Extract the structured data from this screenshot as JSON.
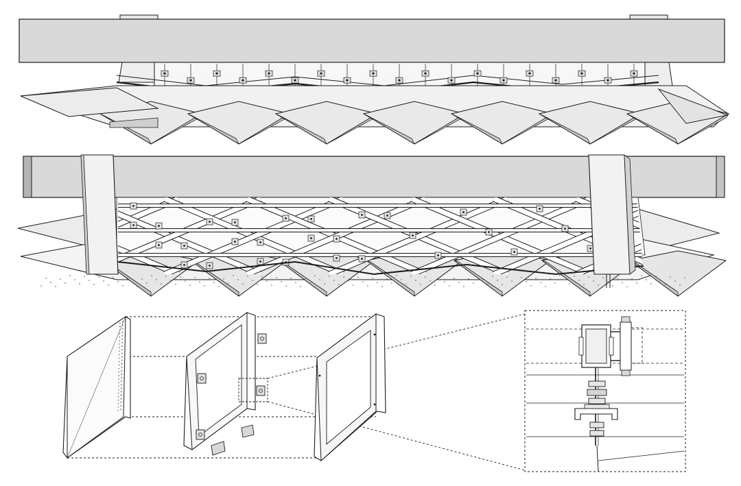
{
  "figure": {
    "views": [
      {
        "id": "elevation-view",
        "kind": "ceiling-assembly-elevation"
      },
      {
        "id": "isometric-view",
        "kind": "ceiling-assembly-underside-isometric"
      },
      {
        "id": "exploded-view",
        "kind": "exploded-panel-components"
      },
      {
        "id": "detail-view",
        "kind": "connection-detail"
      }
    ],
    "components": [
      {
        "name": "perforated-panel"
      },
      {
        "name": "mounting-frame"
      },
      {
        "name": "outer-frame"
      }
    ],
    "detail_components": [
      {
        "name": "box-section-beam"
      },
      {
        "name": "bolted-bracket"
      },
      {
        "name": "hanger-rod"
      },
      {
        "name": "channel-clip"
      }
    ],
    "colors": {
      "line": "#1a1a1a",
      "beam_fill": "#d9d9d9",
      "panel_fill": "#eeeeee",
      "panel_dark": "#c9c9c9",
      "frame_fill": "#f7f7f7",
      "background": "#ffffff"
    }
  }
}
